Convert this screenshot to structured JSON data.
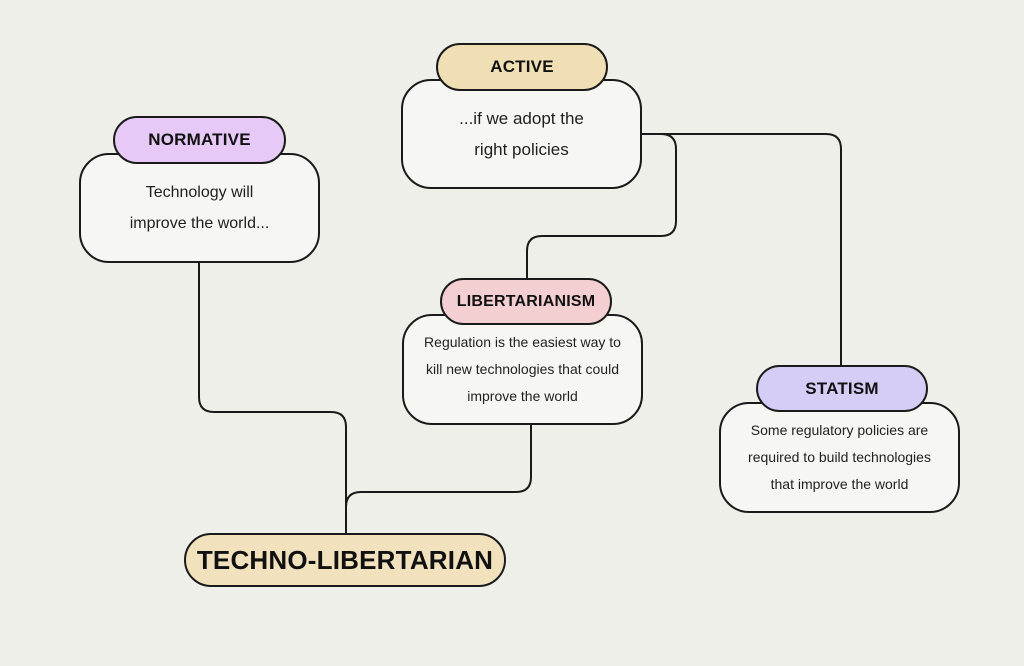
{
  "colors": {
    "background": "#efefea",
    "box_fill": "#f6f6f2",
    "stroke": "#1a1a1a",
    "normative_pill": "#e6c9f7",
    "active_pill": "#f0dfb5",
    "libertarianism_pill": "#f3cfd2",
    "statism_pill": "#d6cdf7",
    "root_pill": "#f1e1bd"
  },
  "nodes": {
    "normative": {
      "label": "NORMATIVE",
      "text": "Technology will\nimprove the world..."
    },
    "active": {
      "label": "ACTIVE",
      "text": "...if we adopt the\nright policies"
    },
    "libertarianism": {
      "label": "LIBERTARIANISM",
      "text": "Regulation is the easiest way to\nkill new technologies that could\nimprove the world"
    },
    "statism": {
      "label": "STATISM",
      "text": "Some regulatory policies are\nrequired to build technologies\nthat improve the world"
    },
    "root": {
      "label": "TECHNO-LIBERTARIAN"
    }
  }
}
